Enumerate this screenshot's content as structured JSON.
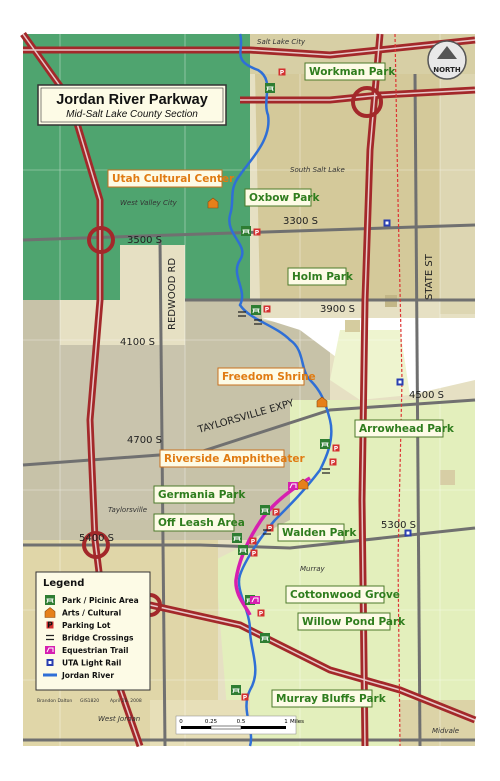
{
  "title": {
    "main": "Jordan River Parkway",
    "sub": "Mid-Salt Lake County Section"
  },
  "north_label": "NORTH",
  "roads": {
    "r3300": "3300 S",
    "r3500": "3500 S",
    "r3900": "3900 S",
    "r4100": "4100 S",
    "r4500": "4500 S",
    "r4700": "4700 S",
    "r5300": "5300 S",
    "r5400": "5400 S",
    "redwood": "REDWOOD RD",
    "state": "STATE ST",
    "taylorsville": "TAYLORSVILLE EXPY"
  },
  "cities": {
    "slc": "Salt Lake City",
    "south_salt_lake": "South Salt Lake",
    "west_valley": "West Valley City",
    "taylorsville": "Taylorsville",
    "murray": "Murray",
    "west_jordan": "West Jordan",
    "midvale": "Midvale"
  },
  "parks": {
    "workman": "Workman Park",
    "oxbow": "Oxbow Park",
    "holm": "Holm Park",
    "arrowhead": "Arrowhead Park",
    "germania": "Germania Park",
    "off_leash": "Off Leash Area",
    "walden": "Walden Park",
    "cottonwood": "Cottonwood Grove",
    "willow": "Willow Pond Park",
    "murray_bluffs": "Murray Bluffs Park"
  },
  "arts": {
    "utah_cultural": "Utah Cultural Center",
    "freedom_shrine": "Freedom Shrine",
    "riverside": "Riverside Amphitheater"
  },
  "legend": {
    "title": "Legend",
    "items": [
      "Park / Picinic Area",
      "Arts / Cultural",
      "Parking Lot",
      "Bridge Crossings",
      "Equestrian Trail",
      "UTA Light Rail",
      "Jordan River"
    ],
    "credit_author": "Brandon Dalton",
    "credit_code": "GIS1820",
    "credit_date": "April 28, 2008"
  },
  "scale": {
    "ticks": [
      "0",
      "0.25",
      "0.5",
      "1"
    ],
    "unit": "Miles"
  },
  "colors": {
    "park_green": "#2e7d32",
    "arts_orange": "#e6801a",
    "parking_red": "#d32f2f",
    "river_blue": "#2f6fd6",
    "equestrian_magenta": "#d61fb0",
    "freeway_red": "#a3282a"
  }
}
